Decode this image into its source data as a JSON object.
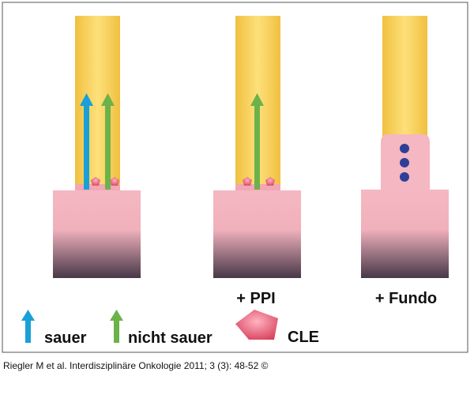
{
  "panels": [
    {
      "label": ""
    },
    {
      "label": "+ PPI"
    },
    {
      "label": "+ Fundo"
    }
  ],
  "legend": {
    "acid": "sauer",
    "nonacid": "nicht sauer",
    "cle": "CLE"
  },
  "caption": "Riegler M et al. Interdisziplinäre Onkologie 2011; 3 (3): 48-52 ©",
  "colors": {
    "acid_arrow": "#1aa0d8",
    "nonacid_arrow": "#6cb24a",
    "esophagus": "#f5c63c",
    "stomach_top": "#f4b5bf",
    "stomach_bottom": "#4a3a48",
    "cle": "#e8546e",
    "fundo_dots": "#2e3f9a",
    "border": "#555555"
  }
}
